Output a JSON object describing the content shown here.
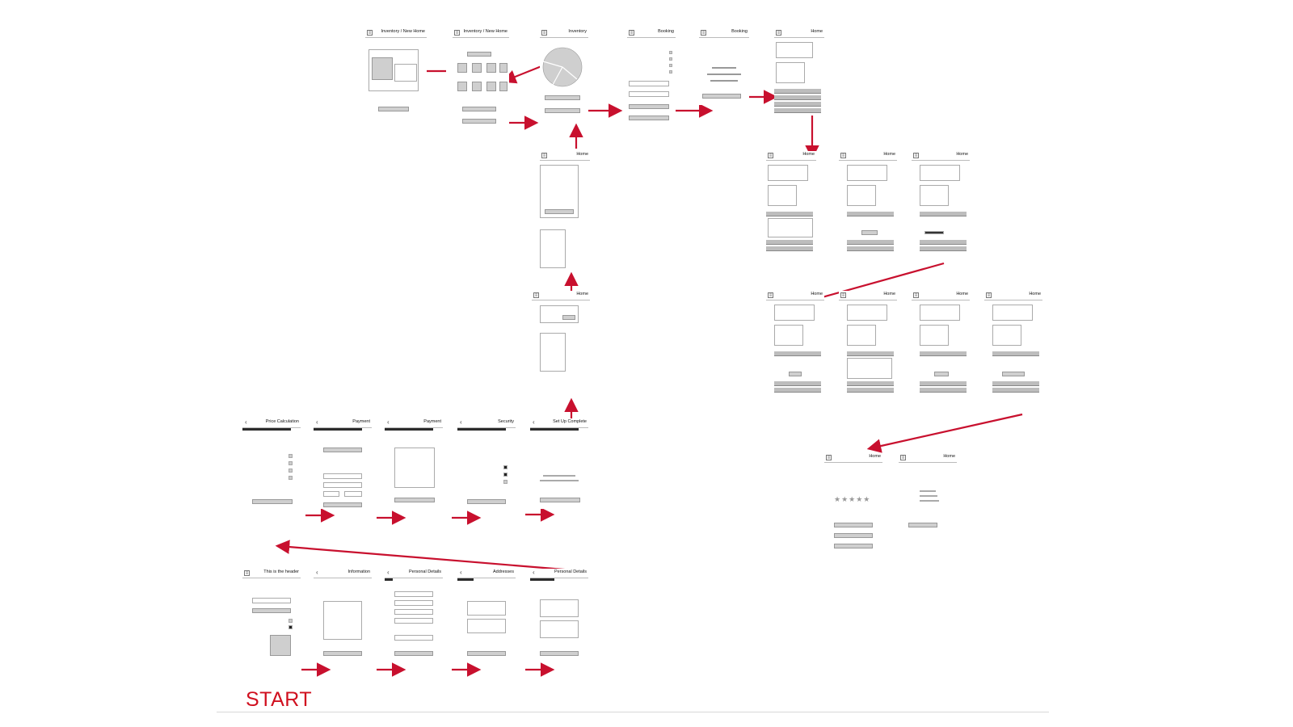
{
  "screens": {
    "inv_new_item": "Inventory / New Home",
    "inv_new_grid": "Inventory / New Home",
    "inventory": "Inventory",
    "booking1": "Booking",
    "booking2": "Booking",
    "home_top": "Home",
    "home_r2a": "Home",
    "home_r2b": "Home",
    "home_r2c": "Home",
    "home_mid": "Home",
    "home_low": "Home",
    "home_r3a": "Home",
    "home_r3b": "Home",
    "home_r3c": "Home",
    "home_r3d": "Home",
    "home_r4a": "Home",
    "home_r4b": "Home",
    "price_calc": "Price Calculation",
    "payment1": "Payment",
    "payment2": "Payment",
    "security": "Security",
    "setup_complete": "Set Up Complete",
    "header_demo": "This is the header",
    "information": "Information",
    "personal1": "Personal Details",
    "addresses": "Addresses",
    "personal2": "Personal Details"
  },
  "labels": {
    "start": "START"
  }
}
